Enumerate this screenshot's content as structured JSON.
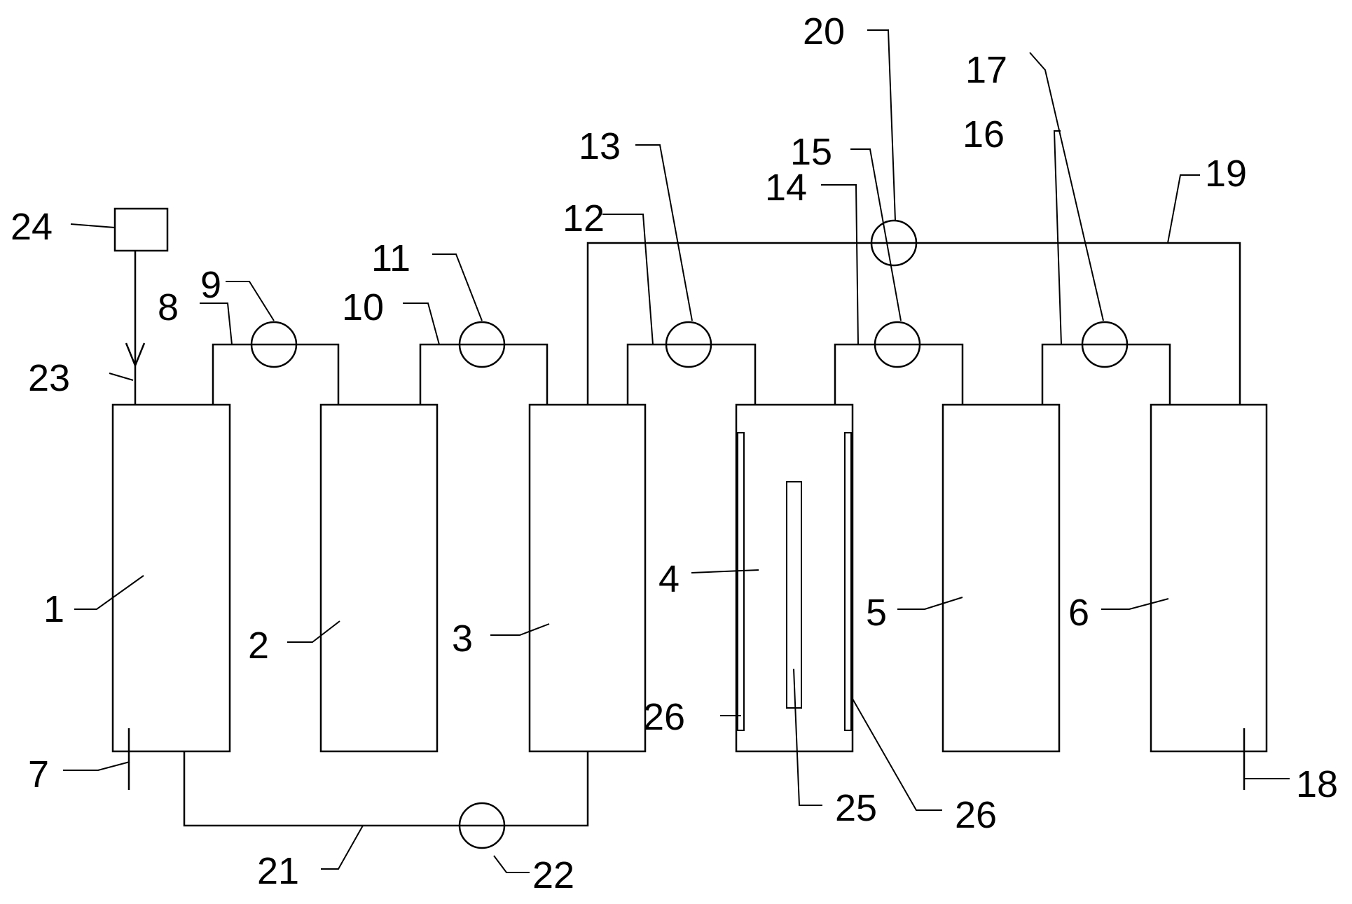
{
  "labels": {
    "l1": "1",
    "l2": "2",
    "l3": "3",
    "l4": "4",
    "l5": "5",
    "l6": "6",
    "l7": "7",
    "l8": "8",
    "l9": "9",
    "l10": "10",
    "l11": "11",
    "l12": "12",
    "l13": "13",
    "l14": "14",
    "l15": "15",
    "l16": "16",
    "l17": "17",
    "l18": "18",
    "l19": "19",
    "l20": "20",
    "l21": "21",
    "l22": "22",
    "l23": "23",
    "l24": "24",
    "l25": "25",
    "l26a": "26",
    "l26b": "26"
  }
}
